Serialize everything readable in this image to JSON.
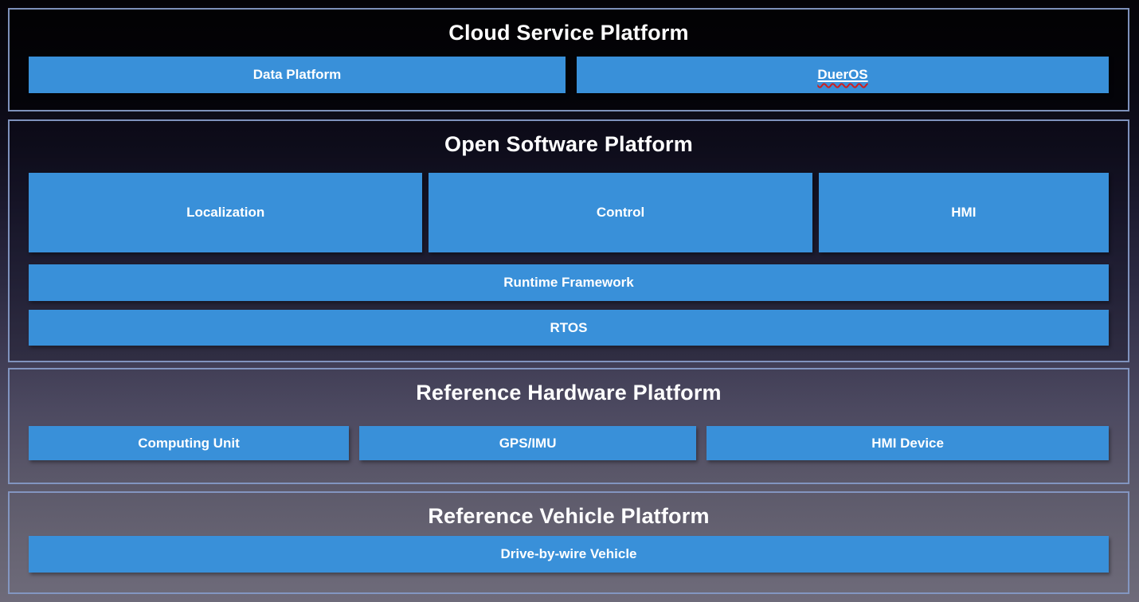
{
  "colors": {
    "box_blue": "#3990d9",
    "section_border": "#8599c5",
    "text": "#ffffff",
    "spellcheck_wavy_red": "#cf1f1f",
    "background_top": "#050408",
    "background_bottom": "#6e6b7a"
  },
  "sections": [
    {
      "title": "Cloud Service Platform",
      "rows": [
        {
          "boxes": [
            {
              "label": "Data Platform"
            },
            {
              "label": "DuerOS"
            }
          ]
        }
      ]
    },
    {
      "title": "Open Software Platform",
      "rows": [
        {
          "boxes": [
            {
              "label": "Localization"
            },
            {
              "label": "Control"
            },
            {
              "label": "HMI"
            }
          ]
        },
        {
          "boxes": [
            {
              "label": "Runtime Framework"
            }
          ]
        },
        {
          "boxes": [
            {
              "label": "RTOS"
            }
          ]
        }
      ]
    },
    {
      "title": "Reference Hardware Platform",
      "rows": [
        {
          "boxes": [
            {
              "label": "Computing Unit"
            },
            {
              "label": "GPS/IMU"
            },
            {
              "label": "HMI Device"
            }
          ]
        }
      ]
    },
    {
      "title": "Reference Vehicle Platform",
      "rows": [
        {
          "boxes": [
            {
              "label": "Drive-by-wire Vehicle"
            }
          ]
        }
      ]
    }
  ]
}
